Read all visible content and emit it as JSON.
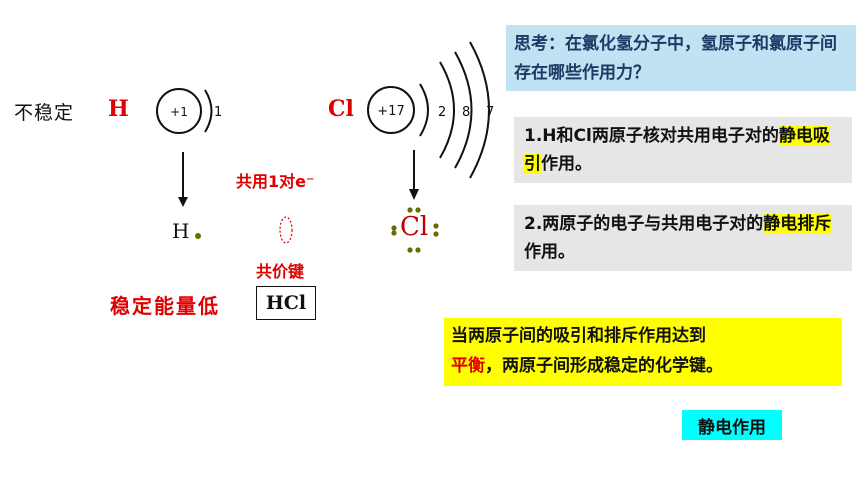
{
  "left_panel": {
    "unstable_label": "不稳定",
    "h_symbol": "H",
    "h_nucleus": "+1",
    "h_shell": [
      "1"
    ],
    "cl_symbol": "Cl",
    "cl_nucleus": "+17",
    "cl_shells": [
      "2",
      "8",
      "7"
    ],
    "shared_pair_label": "共用1对e⁻",
    "h_dot_symbol": "H",
    "cl_dot_symbol": "Cl",
    "covalent_bond_label": "共价键",
    "low_energy_label": "稳定能量低",
    "product_formula": "HCl"
  },
  "right_panel": {
    "question": "思考：在氯化氢分子中，氢原子和氯原子间存在哪些作用力？",
    "point1": {
      "prefix": "1.H和Cl两原子核对共用电子对的",
      "highlight": "静电吸引",
      "suffix": "作用。"
    },
    "point2": {
      "prefix": "2.两原子的电子与共用电子对的",
      "highlight": "静电排斥",
      "suffix": "作用。"
    },
    "conclusion": {
      "line1": "当两原子间的吸引和排斥作用达到",
      "keyword": "平衡",
      "line2_suffix": "，两原子间形成稳定的化学键。"
    },
    "electrostatic_label": "静电作用"
  },
  "colors": {
    "accent_red": "#e00000",
    "question_bg": "#bfe3f2",
    "card_bg": "#e7e6e6",
    "highlight_yellow": "#ffff00",
    "cyan": "#00ffff",
    "dot_olive": "#6b6b00"
  }
}
